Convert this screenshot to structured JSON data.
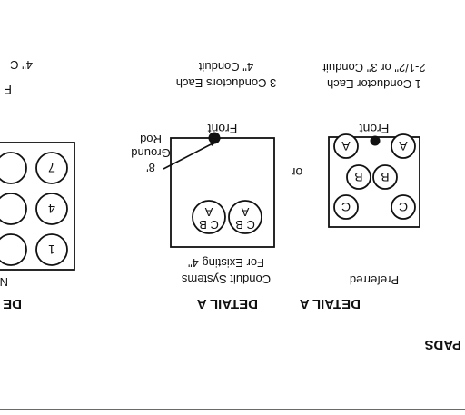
{
  "section_title": "PADS",
  "detail_left": {
    "header": "DETAIL A",
    "top_line_1": "2-1/2\" or 3\" Conduit",
    "top_line_2": "1 Conductor Each",
    "front_label": "Front",
    "letters": [
      "A",
      "A",
      "B",
      "B",
      "C",
      "C"
    ],
    "bottom_label": "Preferred"
  },
  "or_label": "or",
  "detail_right": {
    "header": "DETAIL A",
    "top_line_1": "4\" Conduit",
    "top_line_2": "3 Conductors Each",
    "front_label": "Front",
    "circle_letters_top": "C B",
    "circle_letters_bottom": "A",
    "bottom_line_1": "For Existing 4\"",
    "bottom_line_2": "Conduit Systems",
    "rod_line_1": "8'",
    "rod_line_2": "Ground",
    "rod_line_3": "Rod"
  },
  "detail_cut": {
    "header": "DE",
    "top_line": "4\" C",
    "side_letter": "F",
    "bottom_letter": "N",
    "numbers": [
      "7",
      "4",
      "1"
    ]
  }
}
